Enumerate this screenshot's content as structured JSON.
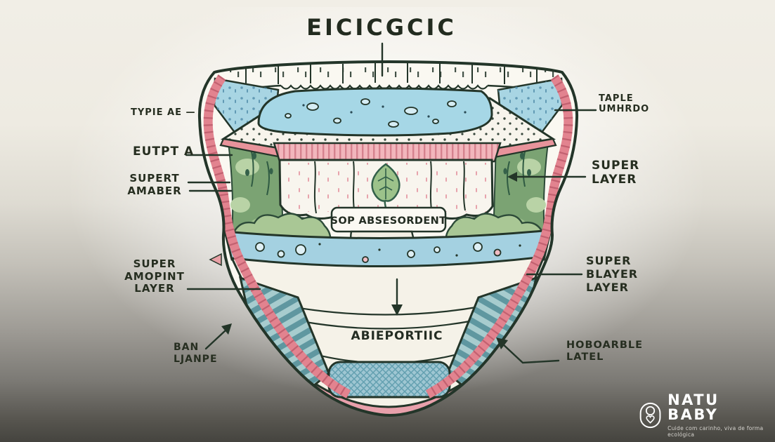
{
  "title": {
    "text": "EICICGCIC"
  },
  "diagram": {
    "absorbent_banner": "SOP ABSESORDENT",
    "bottom_text": "ABIEPORTIIC",
    "labels": {
      "typie_ae": "TYPIE AE —",
      "eutpt_a": "EUTPT A",
      "supert_amaber": {
        "l1": "SUPERT",
        "l2": "AMABER"
      },
      "super_amopint": {
        "l1": "SUPER",
        "l2": "AMOPINT",
        "l3": "LAYER"
      },
      "ban_ljanpe": {
        "l1": "BAN",
        "l2": "LJANPE"
      },
      "taple_umhrdo": {
        "l1": "TAPLE",
        "l2": "UMHRDO"
      },
      "super_layer": {
        "l1": "SUPER",
        "l2": "LAYER"
      },
      "super_blayer": {
        "l1": "SUPER",
        "l2": "BLAYER",
        "l3": "LAYER"
      },
      "hoboarble_latel": {
        "l1": "HOBOARBLE",
        "l2": "LATEL"
      }
    }
  },
  "logo": {
    "brand": "NATU BABY",
    "tagline": "Cuide com carinho, viva de forma ecológica",
    "icon": "baby-heart-icon"
  },
  "colors": {
    "outline": "#233529",
    "pink_band": "#e2838f",
    "water_blue": "#a6d7e6",
    "foliage_green": "#7ba373",
    "teal_stripe": "#5f97a0",
    "label_ink": "#262e20"
  }
}
